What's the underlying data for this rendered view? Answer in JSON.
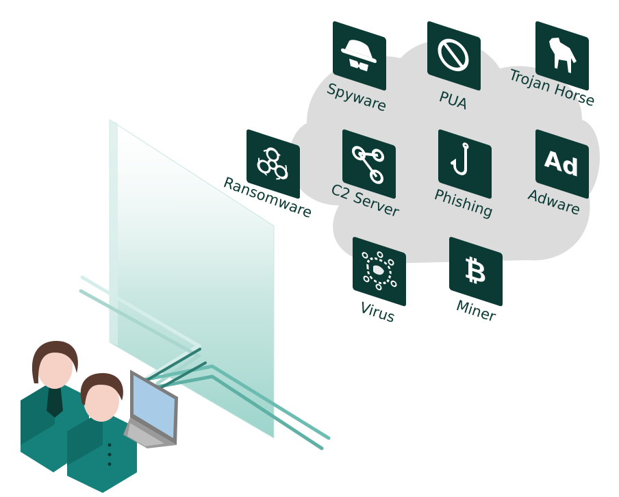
{
  "colors": {
    "tile": "#0b3a34",
    "tile_icon": "#ffffff",
    "cloud": "#dcdcdc",
    "label": "#0b3a34",
    "shield_glass": "#b9dfd8",
    "user_shirt": "#15817a",
    "user_hair": "#5a3a2e",
    "user_skin": "#f6d2c6"
  },
  "threats": [
    {
      "label": "Spyware",
      "icon": "spy-hat-icon"
    },
    {
      "label": "PUA",
      "icon": "prohibited-icon"
    },
    {
      "label": "Trojan Horse",
      "icon": "horse-icon"
    },
    {
      "label": "Ransomware",
      "icon": "biohazard-icon"
    },
    {
      "label": "C2 Server",
      "icon": "share-nodes-icon"
    },
    {
      "label": "Phishing",
      "icon": "fish-hook-icon"
    },
    {
      "label": "Adware",
      "icon": "ad-letters-icon",
      "glyph": "Ad"
    },
    {
      "label": "Virus",
      "icon": "virus-icon"
    },
    {
      "label": "Miner",
      "icon": "bitcoin-icon",
      "glyph": "₿"
    }
  ]
}
